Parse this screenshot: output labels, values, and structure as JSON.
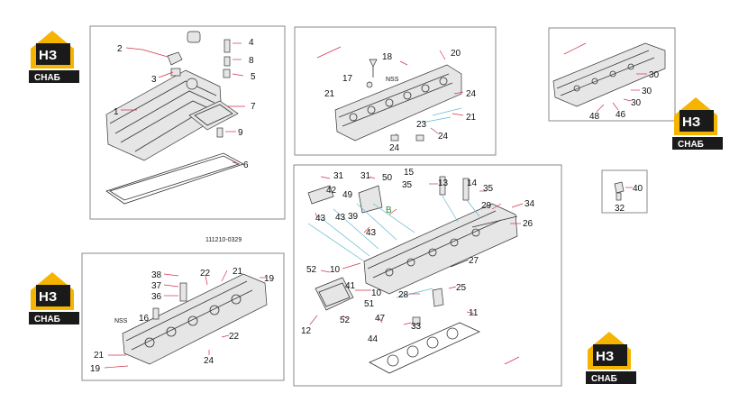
{
  "diagram": {
    "code_label": "111210-0329",
    "note_letter": "B",
    "nss_label": "NSS",
    "colors": {
      "logo_yellow": "#f4b400",
      "logo_dark": "#1a1a1a",
      "leader_red": "#d2334a",
      "leader_blue": "#63b7cf"
    },
    "logo": {
      "mark": "НЗ",
      "word": "СНАБ"
    },
    "panels": {
      "valve_cover": [
        "2",
        "4",
        "3",
        "8",
        "5",
        "1",
        "7",
        "9",
        "6"
      ],
      "cylinder_head_top": [
        "20",
        "18",
        "17",
        "21",
        "24",
        "21",
        "23",
        "24",
        "24"
      ],
      "head_right": [
        "30",
        "30",
        "30",
        "48",
        "46"
      ],
      "small_right": [
        "40",
        "32"
      ],
      "head_lower_left": [
        "38",
        "22",
        "21",
        "19",
        "37",
        "36",
        "16",
        "21",
        "22",
        "19",
        "24"
      ],
      "head_assembly": [
        "31",
        "31",
        "50",
        "15",
        "42",
        "49",
        "13",
        "14",
        "35",
        "35",
        "43",
        "39",
        "29",
        "34",
        "43",
        "26",
        "43",
        "52",
        "10",
        "27",
        "41",
        "10",
        "28",
        "25",
        "51",
        "52",
        "11",
        "12",
        "47",
        "33",
        "44"
      ]
    }
  }
}
